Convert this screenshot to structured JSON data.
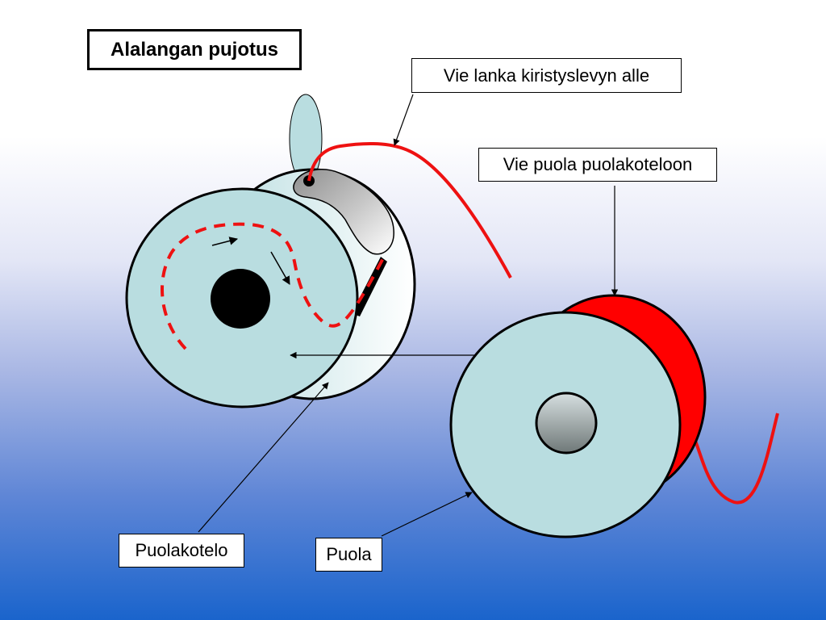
{
  "slide": {
    "title": "Alalangan pujotus"
  },
  "callouts": {
    "thread_under_plate": "Vie lanka kiristyslevyn alle",
    "bobbin_into_case": "Vie puola puolakoteloon",
    "bobbin_case": "Puolakotelo",
    "bobbin": "Puola"
  },
  "colors": {
    "thread": "#ee1111",
    "disc_fill": "#b9dde0",
    "bobbin_side": "#ff0000",
    "outline": "#000000",
    "background_top": "#ffffff",
    "background_bottom": "#1a64cc"
  }
}
